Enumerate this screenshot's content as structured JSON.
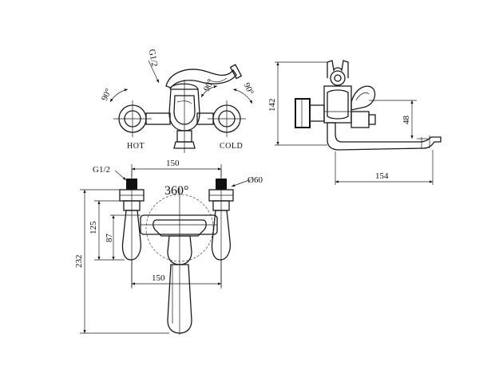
{
  "labels": {
    "hot": "HOT",
    "cold": "COLD",
    "thread_top": "G1/2",
    "thread_front": "G1/2",
    "angle_left": "90°",
    "angle_center": "90°",
    "angle_right": "90°",
    "rotation": "360°",
    "diameter": "Ø60"
  },
  "dimensions": {
    "side_height": "142",
    "side_spout_height": "48",
    "side_spout_length": "154",
    "front_spacing_top": "150",
    "front_spacing_bottom": "150",
    "front_total_height": "232",
    "front_inlet_height": "125",
    "front_spout_height": "87"
  }
}
